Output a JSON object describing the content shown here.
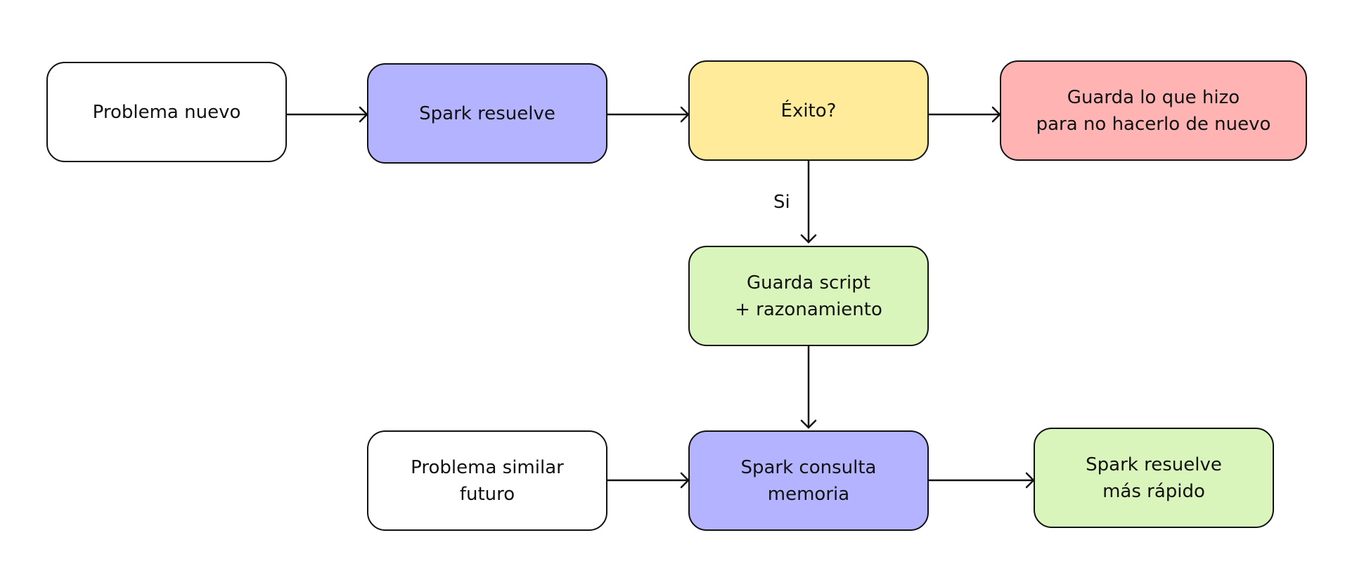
{
  "nodes": {
    "n1": {
      "label": "Problema nuevo",
      "fill": "#ffffff"
    },
    "n2": {
      "label": "Spark resuelve",
      "fill": "#b3b3ff"
    },
    "n3": {
      "label": "Éxito?",
      "fill": "#ffeb99"
    },
    "n4": {
      "label": "Guarda lo que hizo\npara no hacerlo de nuevo",
      "fill": "#ffb3b3"
    },
    "n5": {
      "label": "Guarda script\n+ razonamiento",
      "fill": "#d9f5bc"
    },
    "n6": {
      "label": "Problema similar\nfuturo",
      "fill": "#ffffff"
    },
    "n7": {
      "label": "Spark consulta\nmemoria",
      "fill": "#b3b3ff"
    },
    "n8": {
      "label": "Spark resuelve\nmás rápido",
      "fill": "#d9f5bc"
    }
  },
  "edges": [
    {
      "from": "n1",
      "to": "n2",
      "label": ""
    },
    {
      "from": "n2",
      "to": "n3",
      "label": ""
    },
    {
      "from": "n3",
      "to": "n4",
      "label": ""
    },
    {
      "from": "n3",
      "to": "n5",
      "label": "Si"
    },
    {
      "from": "n5",
      "to": "n7",
      "label": ""
    },
    {
      "from": "n6",
      "to": "n7",
      "label": ""
    },
    {
      "from": "n7",
      "to": "n8",
      "label": ""
    }
  ],
  "colors": {
    "stroke": "#111111"
  }
}
